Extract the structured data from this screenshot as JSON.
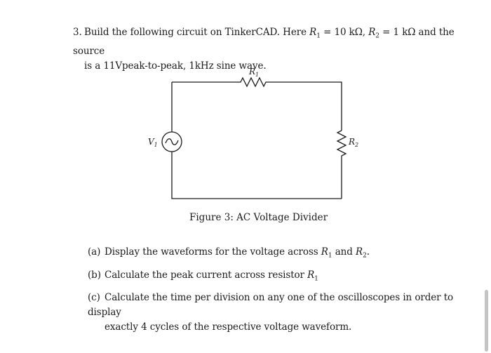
{
  "question": {
    "number": "3.",
    "line1_pre": "Build the following circuit on TinkerCAD. Here ",
    "line1_r1_sym": "R",
    "line1_r1_sub": "1",
    "line1_r1_val": " = 10 kΩ, ",
    "line1_r2_sym": "R",
    "line1_r2_sub": "2",
    "line1_r2_val": " = 1 kΩ and the source",
    "line2": "is a 11Vpeak-to-peak, 1kHz sine wave."
  },
  "figure": {
    "r1_label": "R",
    "r1_sub": "1",
    "r2_label": "R",
    "r2_sub": "2",
    "source_label": "V",
    "source_sub": "1",
    "caption": "Figure 3:  AC Voltage Divider"
  },
  "parts": [
    {
      "label": "(a)",
      "pre": "Display the waveforms for the voltage across ",
      "sym1": "R",
      "sub1": "1",
      "mid": " and ",
      "sym2": "R",
      "sub2": "2",
      "post": "."
    },
    {
      "label": "(b)",
      "pre": "Calculate the peak current across resistor ",
      "sym1": "R",
      "sub1": "1"
    },
    {
      "label": "(c)",
      "line1": "Calculate the time per division on any one of the oscilloscopes in order to display",
      "line2": "exactly 4 cycles of the respective voltage waveform."
    }
  ],
  "colors": {
    "text": "#1a1a1a",
    "wire": "#1a1a1a",
    "scrollbar": "#c4c4c4"
  }
}
